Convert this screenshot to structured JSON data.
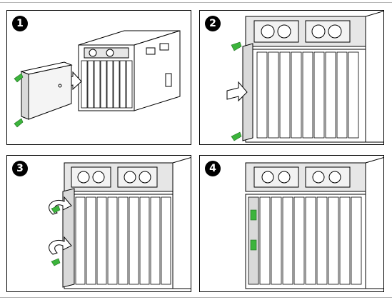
{
  "steps": [
    {
      "number": "1"
    },
    {
      "number": "2"
    },
    {
      "number": "3"
    },
    {
      "number": "4"
    }
  ],
  "colors": {
    "release_lever": "#3cb43c",
    "outline": "#000000",
    "panel_border": "#000000",
    "chassis_fill": "#ffffff",
    "blade_shade": "#d9d9d9"
  },
  "icons": [
    "insert-arrow-icon",
    "rotate-arrow-icon",
    "release-lever-icon"
  ]
}
